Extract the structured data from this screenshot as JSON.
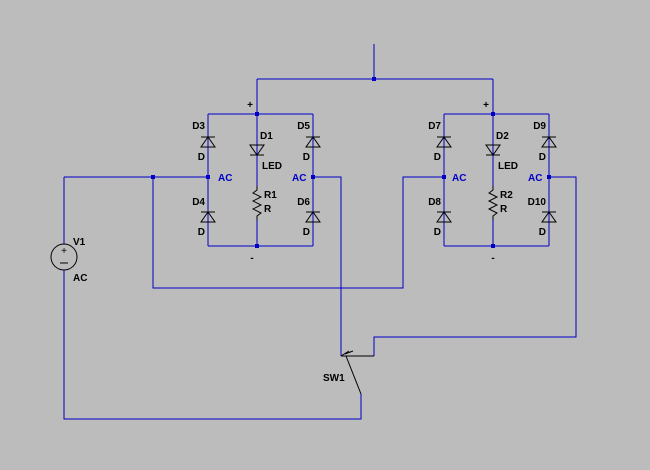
{
  "colors": {
    "background": "#bcbcbc",
    "wire": "#0000c8",
    "symbol": "#000000",
    "net_label": "#0000c8"
  },
  "source": {
    "name": "V1",
    "value": "AC"
  },
  "switch": {
    "name": "SW1"
  },
  "bridges": [
    {
      "plus_label": "+",
      "minus_label": "-",
      "ac_left_label": "AC",
      "ac_right_label": "AC",
      "led": {
        "name": "D1",
        "value": "LED"
      },
      "resistor": {
        "name": "R1",
        "value": "R"
      },
      "diodes": [
        {
          "name": "D3",
          "value": "D"
        },
        {
          "name": "D4",
          "value": "D"
        },
        {
          "name": "D5",
          "value": "D"
        },
        {
          "name": "D6",
          "value": "D"
        }
      ]
    },
    {
      "plus_label": "+",
      "minus_label": "-",
      "ac_left_label": "AC",
      "ac_right_label": "AC",
      "led": {
        "name": "D2",
        "value": "LED"
      },
      "resistor": {
        "name": "R2",
        "value": "R"
      },
      "diodes": [
        {
          "name": "D7",
          "value": "D"
        },
        {
          "name": "D8",
          "value": "D"
        },
        {
          "name": "D9",
          "value": "D"
        },
        {
          "name": "D10",
          "value": "D"
        }
      ]
    }
  ]
}
